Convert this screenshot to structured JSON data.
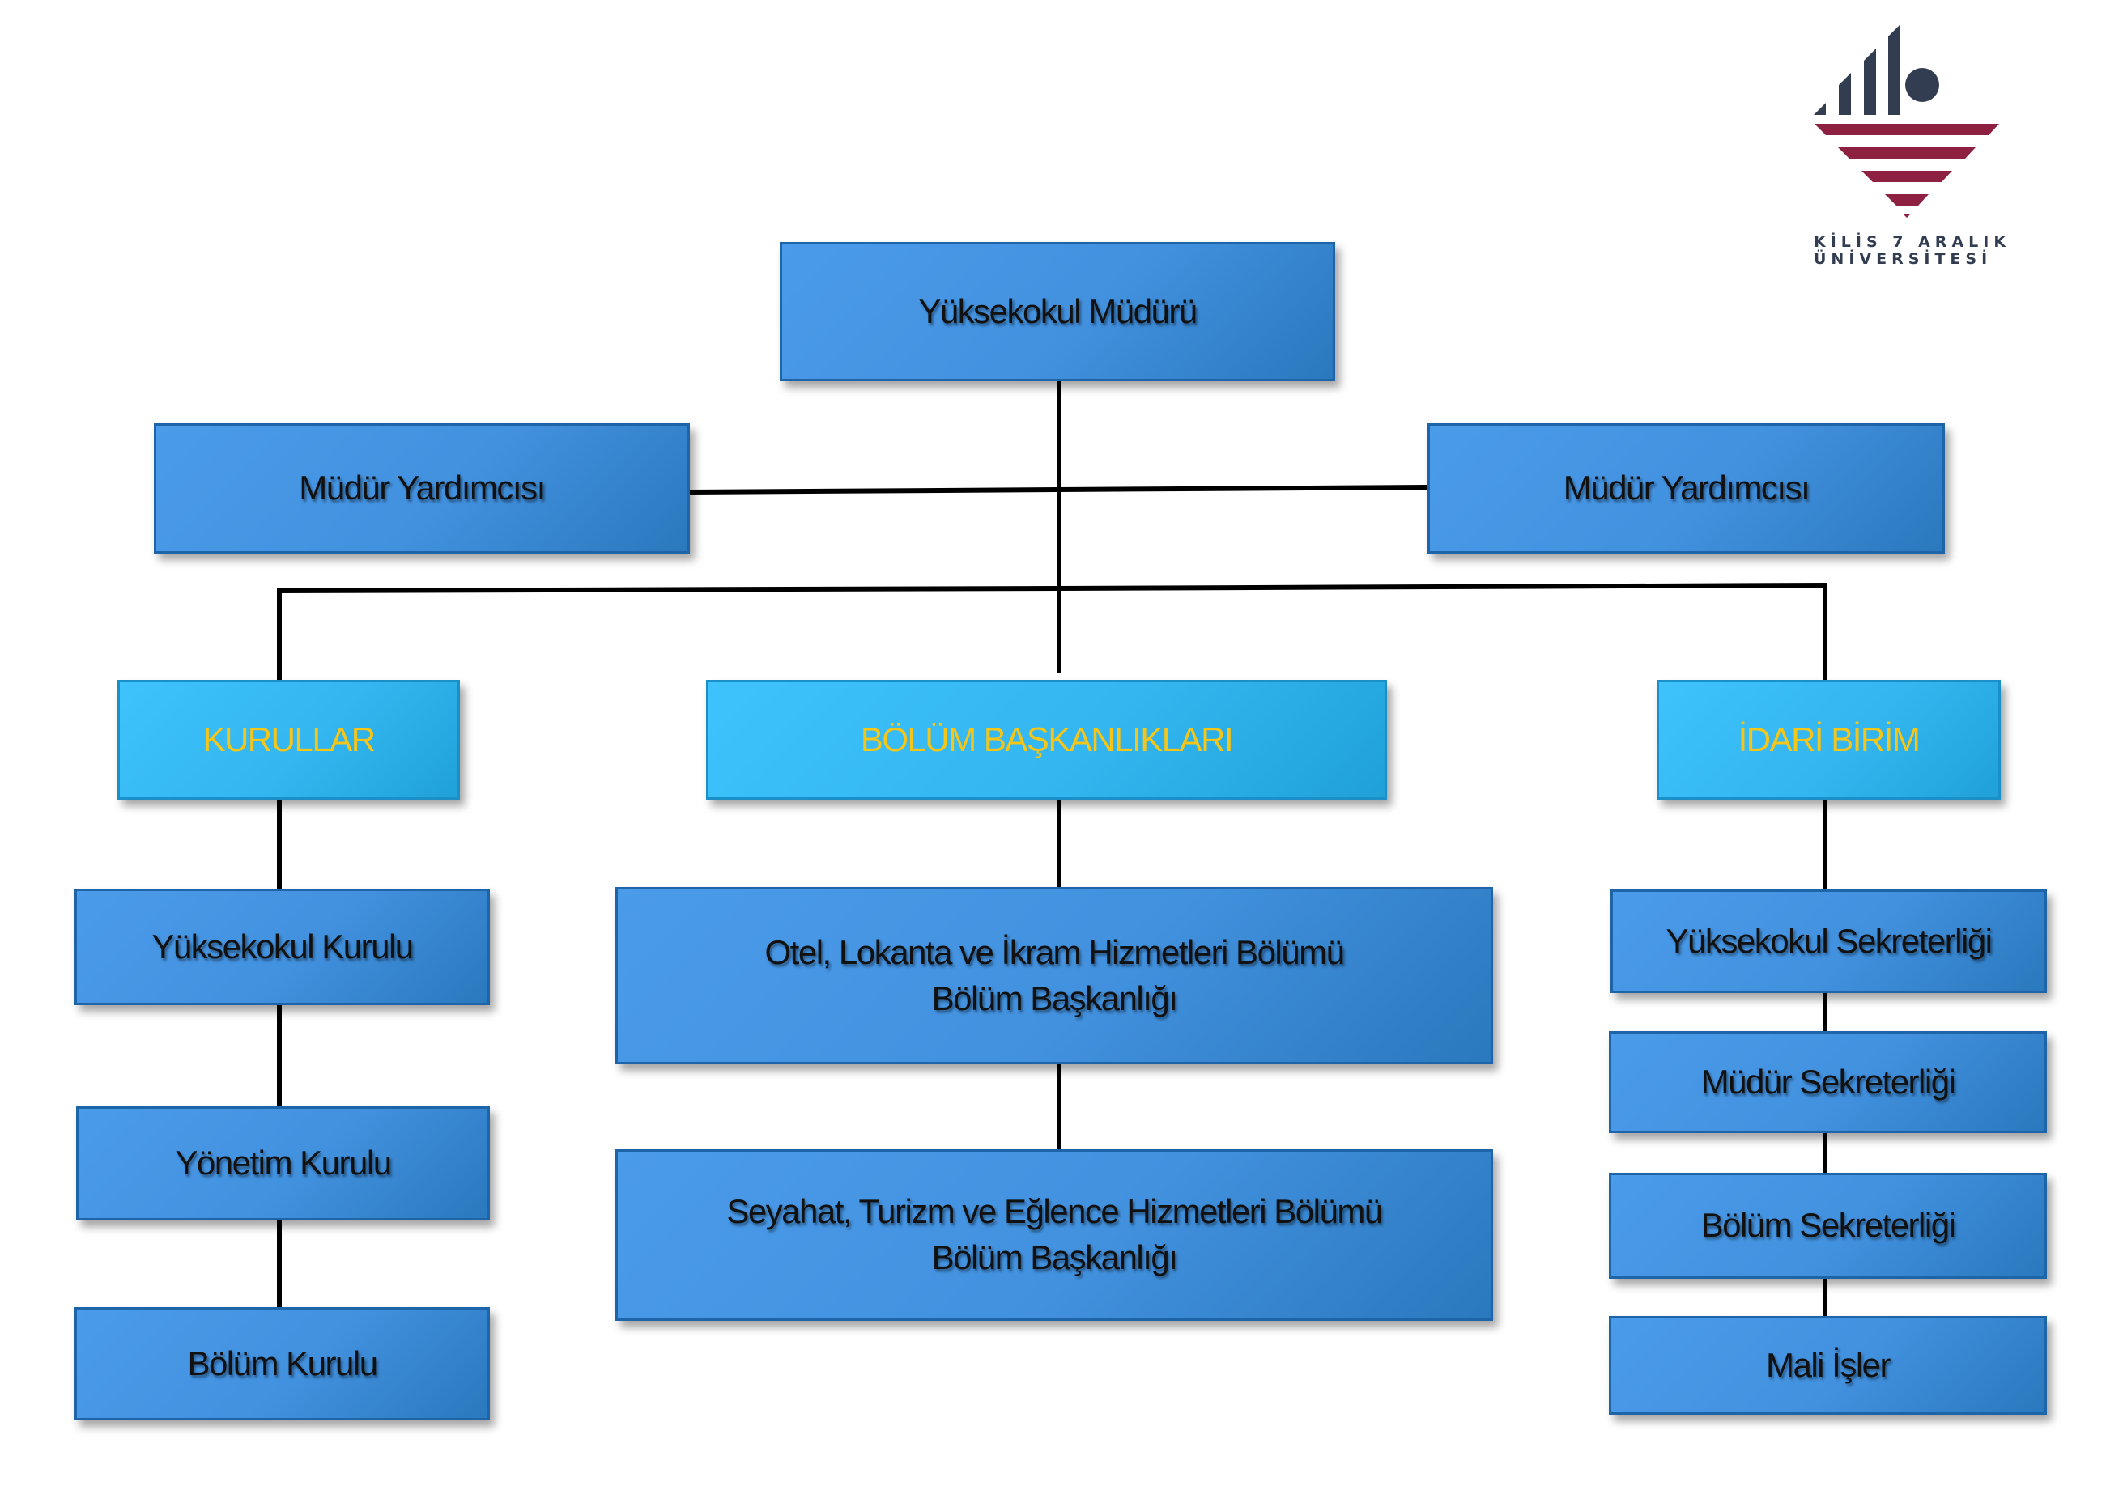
{
  "logo": {
    "line1": "KİLİS 7 ARALIK",
    "line2": "ÜNİVERSİTESİ"
  },
  "director": "Yüksekokul Müdürü",
  "assistants": [
    "Müdür Yardımcısı",
    "Müdür Yardımcısı"
  ],
  "categories": {
    "boards": "KURULLAR",
    "departments": "BÖLÜM BAŞKANLIKLARI",
    "admin": "İDARİ BİRİM"
  },
  "boards": [
    "Yüksekokul Kurulu",
    "Yönetim Kurulu",
    "Bölüm Kurulu"
  ],
  "departments": [
    {
      "line1": "Otel, Lokanta ve İkram Hizmetleri Bölümü",
      "line2": "Bölüm Başkanlığı"
    },
    {
      "line1": "Seyahat, Turizm ve Eğlence Hizmetleri Bölümü",
      "line2": "Bölüm Başkanlığı"
    }
  ],
  "admin_units": [
    "Yüksekokul Sekreterliği",
    "Müdür Sekreterliği",
    "Bölüm Sekreterliği",
    "Mali İşler"
  ],
  "colors": {
    "box": "#4291df",
    "category_box": "#34b6f0",
    "category_text": "#f5c518",
    "logo_dark": "#333d52",
    "logo_red": "#8e2041"
  }
}
